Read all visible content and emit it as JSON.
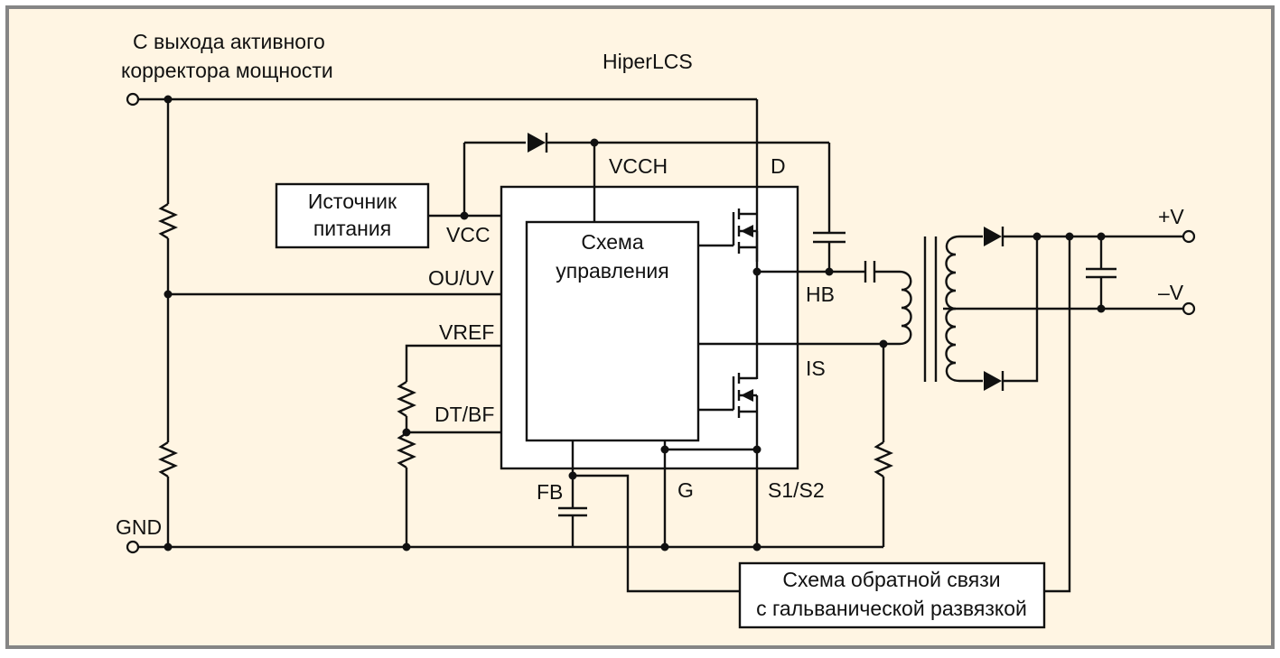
{
  "diagram": {
    "title": "HiperLCS",
    "input_label_line1": "С выхода активного",
    "input_label_line2": "корректора мощности",
    "gnd_label": "GND",
    "power_source": {
      "line1": "Источник",
      "line2": "питания"
    },
    "control_block": {
      "line1": "Схема",
      "line2": "управления"
    },
    "feedback_block": {
      "line1": "Схема обратной связи",
      "line2": "с гальванической развязкой"
    },
    "pins": {
      "vcc": "VCC",
      "vcch": "VCCH",
      "ou_uv": "OU/UV",
      "vref": "VREF",
      "dt_bf": "DT/BF",
      "fb": "FB",
      "g": "G",
      "s1s2": "S1/S2",
      "d": "D",
      "hb": "HB",
      "is": "IS"
    },
    "outputs": {
      "plus": "+V",
      "minus": "–V"
    },
    "colors": {
      "background": "#fff5e3",
      "frame": "#858585",
      "ink": "#111111",
      "chip": "#ffffff"
    }
  }
}
